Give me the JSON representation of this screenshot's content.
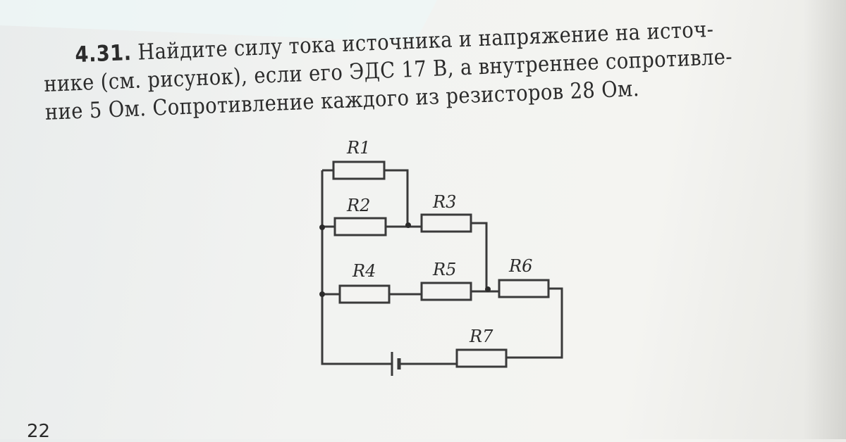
{
  "problem": {
    "number": "4.31.",
    "lines": [
      "Найдите силу тока источника и напряжение на источ-",
      "нике (см. рисунок), если его ЭДС 17 В, а внутреннее сопротивле-",
      "ние 5 Ом. Сопротивление каждого из резисторов 28 Ом."
    ]
  },
  "circuit": {
    "resistors": [
      "R1",
      "R2",
      "R3",
      "R4",
      "R5",
      "R6",
      "R7"
    ]
  },
  "page_number": "22"
}
